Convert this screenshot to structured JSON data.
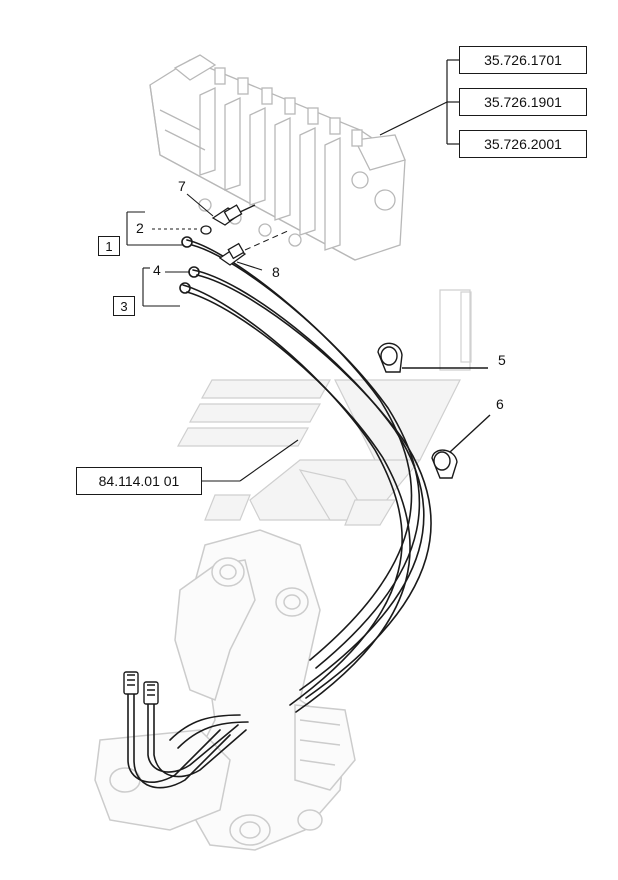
{
  "references": {
    "ref_1": "35.726.1701",
    "ref_2": "35.726.1901",
    "ref_3": "35.726.2001",
    "ref_4": "84.114.01 01"
  },
  "group_boxes": {
    "box_1": "1",
    "box_3": "3"
  },
  "callouts": {
    "c2": "2",
    "c4": "4",
    "c5": "5",
    "c6": "6",
    "c7": "7",
    "c8": "8"
  },
  "colors": {
    "ink": "#1a1a1a",
    "ghost": "#c8c8c8",
    "ghost_fill": "#f2f2f2"
  }
}
